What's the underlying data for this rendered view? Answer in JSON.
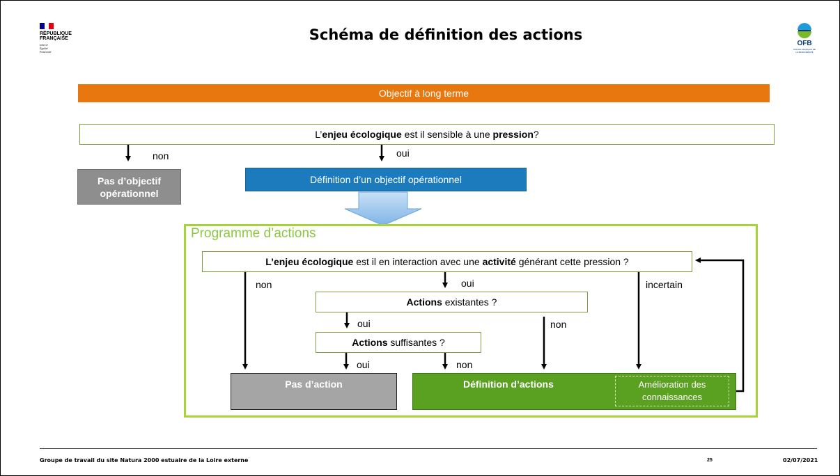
{
  "header": {
    "republique_lines": [
      "RÉPUBLIQUE",
      "FRANÇAISE"
    ],
    "motto_lines": [
      "Liberté",
      "Égalité",
      "Fraternité"
    ],
    "title": "Schéma de définition des actions",
    "ofb_logo_text": "OFB",
    "ofb_logo_subtitle": "OFFICE FRANÇAIS DE LA BIODIVERSITÉ",
    "flag_colors": [
      "#000091",
      "#ffffff",
      "#e1000f"
    ]
  },
  "diagram": {
    "objectif": "Objectif à long terme",
    "q1": {
      "pre": "L’",
      "b1": "enjeu écologique",
      "mid": " est il sensible à une ",
      "b2": "pression",
      "post": "?"
    },
    "q1_non": "non",
    "q1_oui": "oui",
    "pas_objectif_lines": [
      "Pas d’objectif",
      "opérationnel"
    ],
    "def_objectif": "Définition d’un objectif opérationnel",
    "programme_title": "Programme d’actions",
    "q2": {
      "b1": "L’enjeu écologique",
      "mid": " est il en interaction avec une ",
      "b2": "activité",
      "post": " générant cette pression ?"
    },
    "q2_non": "non",
    "q2_oui": "oui",
    "q2_incertain": "incertain",
    "q3": {
      "b1": "Actions",
      "post": " existantes ?"
    },
    "q3_oui": "oui",
    "q3_non": "non",
    "q4": {
      "b1": "Actions",
      "post": " suffisantes ?"
    },
    "q4_oui": "oui",
    "q4_non": "non",
    "pas_action": "Pas d’action",
    "def_actions": "Définition d’actions",
    "amelioration_lines": [
      "Amélioration des",
      "connaissances"
    ]
  },
  "colors": {
    "orange": "#e8770f",
    "blue": "#1b7bbd",
    "green": "#5aa021",
    "light_green": "#a6d33b",
    "grey": "#a5a5a5"
  },
  "footer": {
    "left": "Groupe de travail du site Natura 2000 estuaire de la Loire externe",
    "page": "25",
    "date": "02/07/2021"
  }
}
